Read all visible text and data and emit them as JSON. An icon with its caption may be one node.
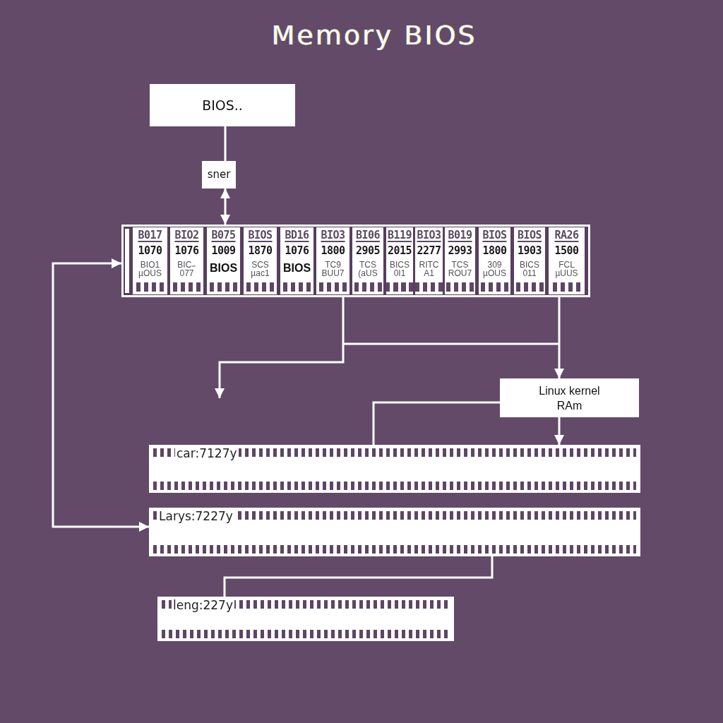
{
  "diagram": {
    "title": "Memory BIOS",
    "nodes": [
      {
        "text": [
          "BIOS.."
        ]
      },
      {
        "text": [
          "sner"
        ]
      },
      {
        "text": [],
        "shape": "box"
      },
      {
        "text": [
          "B017",
          "1070",
          "BIO1 µOUS"
        ],
        "in": 2
      },
      {
        "text": [
          "BIO2",
          "1076",
          "BIC₌ 077"
        ],
        "in": 2
      },
      {
        "text": [
          "B075",
          "1009",
          "BIOS"
        ],
        "in": 2
      },
      {
        "text": [
          "BIOS",
          "1870",
          "SCS µac1"
        ],
        "in": 2
      },
      {
        "text": [
          "BD16",
          "1076",
          "BIOS"
        ],
        "in": 2
      },
      {
        "text": [
          "BIO3",
          "1800",
          "TC9 BUU7"
        ],
        "in": 2
      },
      {
        "text": [
          "BI06",
          "2905",
          "TCS (aUS"
        ],
        "in": 2
      },
      {
        "text": [
          "B119",
          "2015",
          "BICS 0I1"
        ],
        "in": 2
      },
      {
        "text": [
          "BIO3",
          "2277",
          "RITC A1"
        ],
        "in": 2
      },
      {
        "text": [
          "B019",
          "2993",
          "TCS ROU7"
        ],
        "in": 2
      },
      {
        "text": [
          "BIOS",
          "1800",
          "309 µOUS"
        ],
        "in": 2
      },
      {
        "text": [
          "BIOS",
          "1903",
          "BICS 011"
        ],
        "in": 2
      },
      {
        "text": [
          "RA26",
          "1500",
          "FCL µUUS"
        ],
        "in": 2
      },
      {
        "text": [
          "Linux kernel RAm"
        ]
      },
      {
        "text": [
          "car:7127y"
        ]
      },
      {
        "text": [
          "Larys:7227y"
        ]
      },
      {
        "text": [
          "leng:227y"
        ]
      }
    ],
    "edges": [
      {
        "from": 0,
        "to": 1,
        "arrow": "none"
      },
      {
        "from": 1,
        "to": 2,
        "arrow": "both"
      },
      {
        "from": 2,
        "to": 16,
        "arrow": "to"
      },
      {
        "from": 2,
        "to": null,
        "arrow": "to"
      },
      {
        "from": 16,
        "to": 17,
        "arrow": "none"
      },
      {
        "from": 16,
        "to": 17,
        "arrow": "to"
      },
      {
        "from": 2,
        "to": 18,
        "arrow": "both"
      },
      {
        "from": 18,
        "to": 19,
        "arrow": "none"
      }
    ]
  }
}
